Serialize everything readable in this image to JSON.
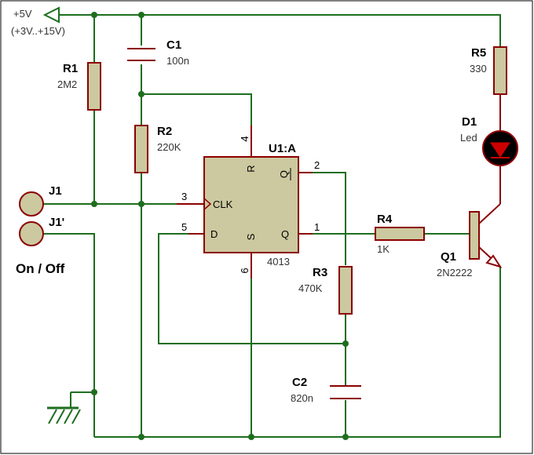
{
  "supply": {
    "label": "+5V",
    "range": "(+3V..+15V)"
  },
  "components": {
    "C1": {
      "ref": "C1",
      "value": "100n"
    },
    "R1": {
      "ref": "R1",
      "value": "2M2"
    },
    "R2": {
      "ref": "R2",
      "value": "220K"
    },
    "R3": {
      "ref": "R3",
      "value": "470K"
    },
    "R4": {
      "ref": "R4",
      "value": "1K"
    },
    "R5": {
      "ref": "R5",
      "value": "330"
    },
    "D1": {
      "ref": "D1",
      "value": "Led"
    },
    "C2": {
      "ref": "C2",
      "value": "820n"
    },
    "Q1": {
      "ref": "Q1",
      "value": "2N2222"
    },
    "U1": {
      "ref": "U1:A",
      "value": "4013"
    },
    "J1": {
      "ref": "J1"
    },
    "J1b": {
      "ref": "J1'"
    }
  },
  "switch_label": "On / Off",
  "ic": {
    "pins": {
      "R": "4",
      "Qbar": "2",
      "CLK": "3",
      "D": "5",
      "Q": "1",
      "S": "6"
    },
    "labels": {
      "R": "R",
      "Qbar": "Q",
      "CLK": "CLK",
      "D": "D",
      "Q": "Q",
      "S": "S"
    }
  },
  "colors": {
    "wire": "#1e6e1e",
    "lead": "#8b0000",
    "body": "#ccc9a0"
  }
}
